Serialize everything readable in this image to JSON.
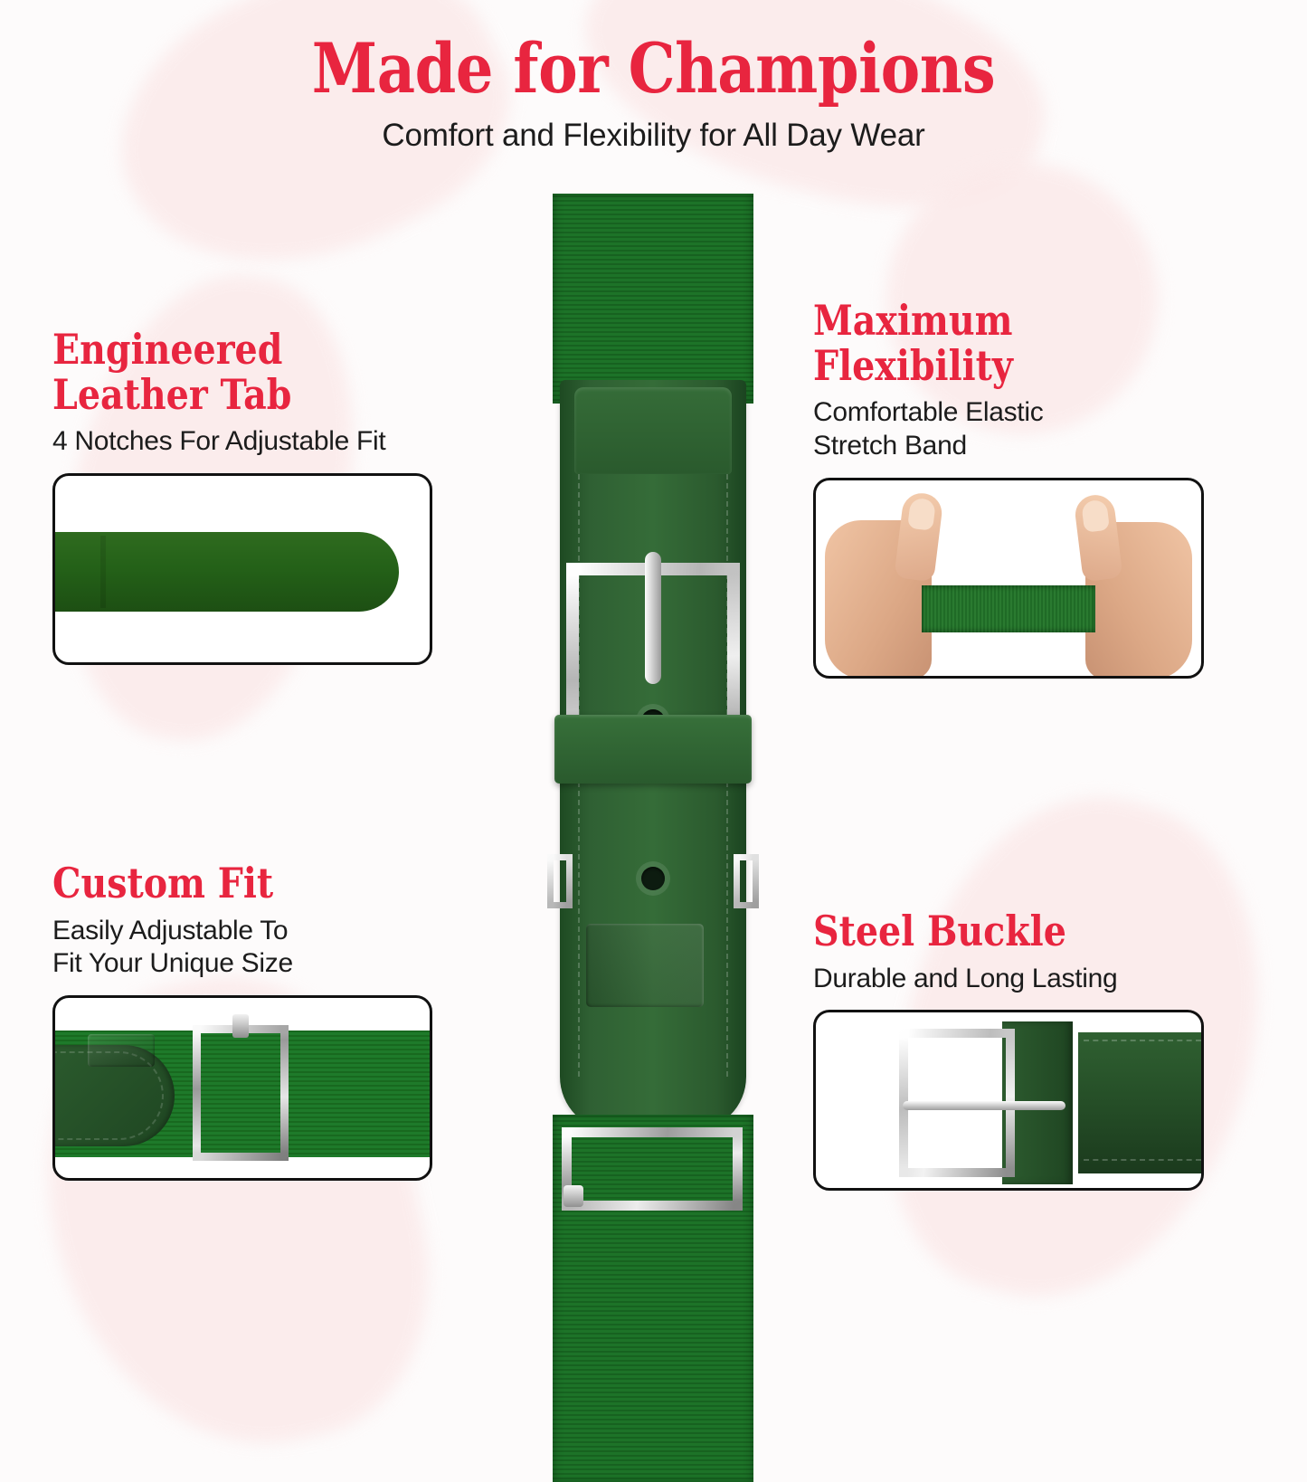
{
  "header": {
    "title": "Made for Champions",
    "subtitle": "Comfort and Flexibility for All Day Wear"
  },
  "colors": {
    "accent_red": "#e8253f",
    "text_black": "#1c1c1c",
    "belt_webbing_green": "#1a6b26",
    "belt_leather_green": "#2d5430",
    "background": "#fdfbfb",
    "watermark_pink": "#fbeaea",
    "buckle_silver": "#d9d9d9"
  },
  "features": [
    {
      "id": "leather-tab",
      "title": "Engineered\nLeather Tab",
      "subtitle": "4 Notches For Adjustable Fit",
      "photo_name": "leather-tab-photo",
      "notch_count": 4
    },
    {
      "id": "maximum-flexibility",
      "title": "Maximum\nFlexibility",
      "subtitle": "Comfortable Elastic\nStretch Band",
      "photo_name": "stretch-band-photo"
    },
    {
      "id": "custom-fit",
      "title": "Custom Fit",
      "subtitle": "Easily Adjustable To\nFit Your Unique Size",
      "photo_name": "custom-fit-photo"
    },
    {
      "id": "steel-buckle",
      "title": "Steel Buckle",
      "subtitle": "Durable and Long Lasting",
      "photo_name": "steel-buckle-photo"
    }
  ],
  "product": {
    "name": "green-elastic-baseball-belt",
    "photo_name": "center-belt-photo"
  }
}
